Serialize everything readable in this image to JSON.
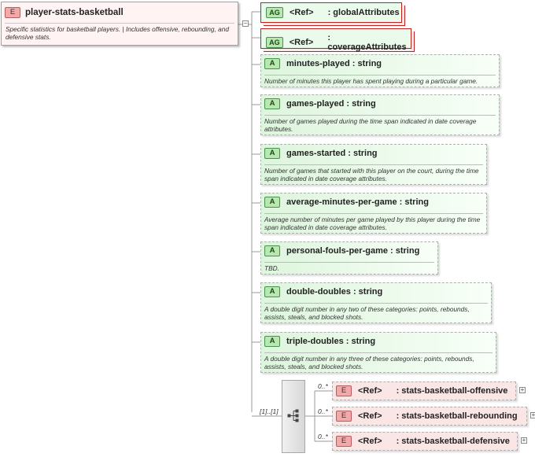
{
  "root": {
    "badge": "E",
    "name": "player-stats-basketball",
    "description": "Specific statistics for basketball players. | Includes offensive, rebounding, and defensive stats."
  },
  "attribute_groups": [
    {
      "badge": "AG",
      "ref": "<Ref>",
      "name": ": globalAttributes"
    },
    {
      "badge": "AG",
      "ref": "<Ref>",
      "name": ": coverageAttributes"
    }
  ],
  "attributes": [
    {
      "badge": "A",
      "name": "minutes-played : string",
      "description": "Number of minutes this player has spent playing during a particular game."
    },
    {
      "badge": "A",
      "name": "games-played : string",
      "description": "Number of games played during the time span indicated in date coverage attributes."
    },
    {
      "badge": "A",
      "name": "games-started : string",
      "description": "Number of games that started with this player on the court, during the time span indicated in date coverage attributes."
    },
    {
      "badge": "A",
      "name": "average-minutes-per-game : string",
      "description": "Average number of minutes per game played by this player during the time span indicated in date coverage attributes."
    },
    {
      "badge": "A",
      "name": "personal-fouls-per-game : string",
      "description": "TBD."
    },
    {
      "badge": "A",
      "name": "double-doubles : string",
      "description": "A double digit number in any two of these categories: points, rebounds, assists, steals, and blocked shots."
    },
    {
      "badge": "A",
      "name": "triple-doubles : string",
      "description": "A double digit number in any three of these categories: points, rebounds, assists, steals, and blocked shots."
    }
  ],
  "sequence": {
    "multiplicity": "[1]..[1]"
  },
  "elements": [
    {
      "badge": "E",
      "ref": "<Ref>",
      "name": ": stats-basketball-offensive",
      "multiplicity": "0..*"
    },
    {
      "badge": "E",
      "ref": "<Ref>",
      "name": ": stats-basketball-rebounding",
      "multiplicity": "0..*"
    },
    {
      "badge": "E",
      "ref": "<Ref>",
      "name": ": stats-basketball-defensive",
      "multiplicity": "0..*"
    }
  ],
  "expand_symbol": "+",
  "collapse_symbol": "−"
}
